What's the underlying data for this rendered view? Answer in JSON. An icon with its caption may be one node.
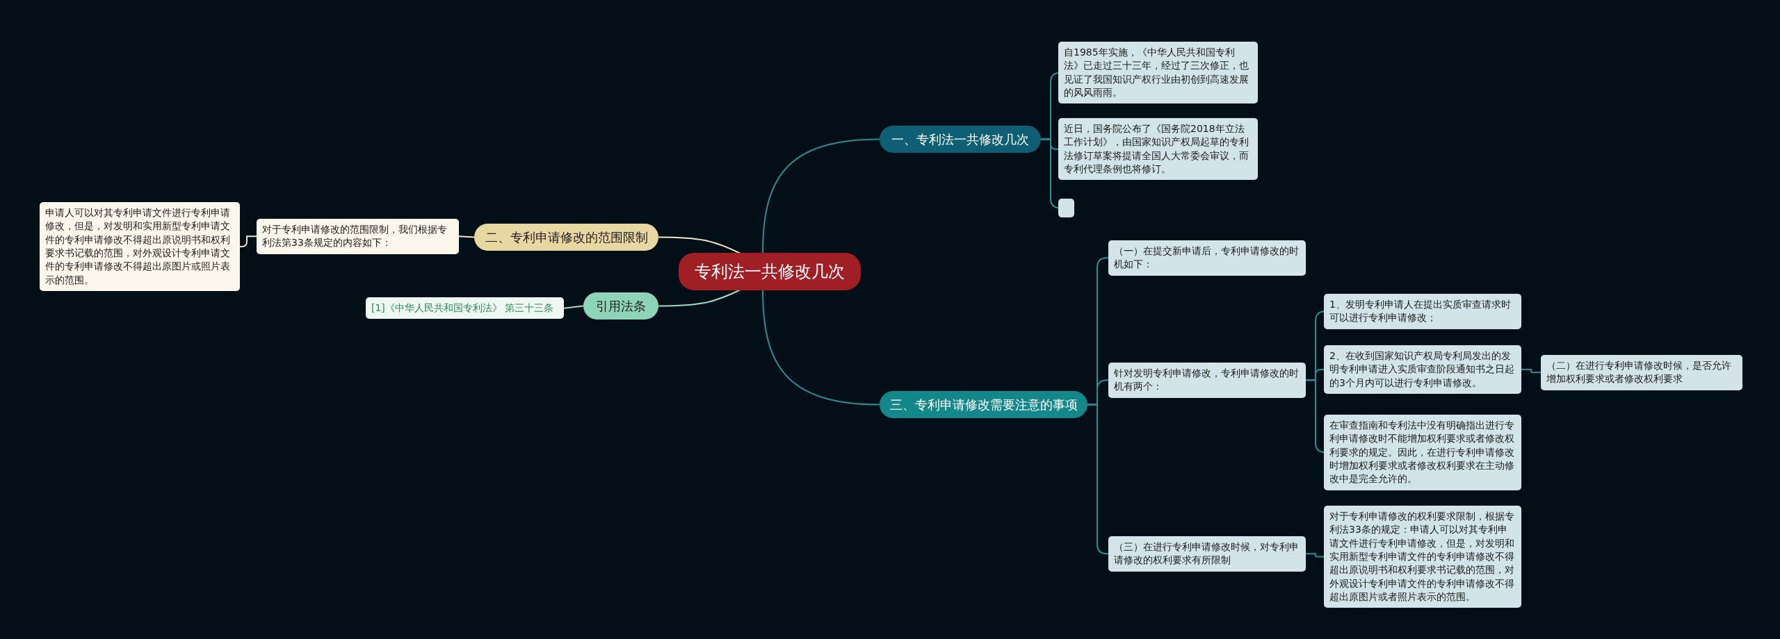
{
  "diagram": {
    "nodes": [
      {
        "text": [
          "专利法一共修改几次"
        ]
      },
      {
        "text": [
          "一、专利法一共修改几次"
        ]
      },
      {
        "text": [
          "自1985年实施，《中华人民共和国专利法》已走过三十三年，经过了三次修正，也见证了我国知识产权行业由初创到高速发展的风风雨雨。"
        ]
      },
      {
        "text": [
          "近日，国务院公布了《国务院2018年立法工作计划》，由国家知识产权局起草的专利法修订草案将提请全国人大常委会审议，而专利代理条例也将修订。"
        ]
      },
      {
        "text": [],
        "shape": "box"
      },
      {
        "text": [
          "二、专利申请修改的范围限制"
        ]
      },
      {
        "text": [
          "对于专利申请修改的范围限制，我们根据专利法第33条规定的内容如下："
        ]
      },
      {
        "text": [
          "申请人可以对其专利申请文件进行专利申请修改，但是，对发明和实用新型专利申请文件的专利申请修改不得超出原说明书和权利要求书记载的范围，对外观设计专利申请文件的专利申请修改不得超出原图片或照片表示的范围。"
        ]
      },
      {
        "text": [
          "引用法条"
        ]
      },
      {
        "text": [
          "[1]《中华人民共和国专利法》 第三十三条"
        ]
      },
      {
        "text": [
          "三、专利申请修改需要注意的事项"
        ]
      },
      {
        "text": [
          "（一）在提交新申请后，专利申请修改的时机如下："
        ]
      },
      {
        "text": [
          "针对发明专利申请修改，专利申请修改的时机有两个："
        ]
      },
      {
        "text": [
          "1、发明专利申请人在提出实质审查请求时可以进行专利申请修改；"
        ]
      },
      {
        "text": [
          "2、在收到国家知识产权局专利局发出的发明专利申请进入实质审查阶段通知书之日起的3个月内可以进行专利申请修改。"
        ]
      },
      {
        "text": [
          "（二）在进行专利申请修改时候，是否允许增加权利要求或者修改权利要求"
        ]
      },
      {
        "text": [
          "在审查指南和专利法中没有明确指出进行专利申请修改时不能增加权利要求或者修改权利要求的规定。因此，在进行专利申请修改时增加权利要求或者修改权利要求在主动修改中是完全允许的。"
        ]
      },
      {
        "text": [
          "（三）在进行专利申请修改时候，对专利申请修改的权利要求有所限制"
        ]
      },
      {
        "text": [
          "对于专利申请修改的权利要求限制，根据专利法33条的规定：申请人可以对其专利申请文件进行专利申请修改，但是，对发明和实用新型专利申请文件的专利申请修改不得超出原说明书和权利要求书记载的范围，对外观设计专利申请文件的专利申请修改不得超出原图片或者照片表示的范围。"
        ]
      }
    ],
    "edges": [
      {
        "from": 0,
        "to": 1,
        "arrow": "none"
      },
      {
        "from": 1,
        "to": 2,
        "arrow": "none"
      },
      {
        "from": 1,
        "to": 3,
        "arrow": "none"
      },
      {
        "from": 1,
        "to": 4,
        "arrow": "none"
      },
      {
        "from": 0,
        "to": 5,
        "arrow": "none",
        "color": "#efe6c8"
      },
      {
        "from": 5,
        "to": 6,
        "arrow": "none",
        "color": "#efe6c8"
      },
      {
        "from": 6,
        "to": 7,
        "arrow": "none",
        "color": "#efe6c8"
      },
      {
        "from": 0,
        "to": 8,
        "arrow": "none",
        "color": "#9fdcc4"
      },
      {
        "from": 8,
        "to": 9,
        "arrow": "none",
        "color": "#9fdcc4"
      },
      {
        "from": 0,
        "to": 10,
        "arrow": "none"
      },
      {
        "from": 10,
        "to": 11,
        "arrow": "none"
      },
      {
        "from": 10,
        "to": 12,
        "arrow": "none"
      },
      {
        "from": 10,
        "to": 17,
        "arrow": "none"
      },
      {
        "from": 12,
        "to": 13,
        "arrow": "none"
      },
      {
        "from": 12,
        "to": 14,
        "arrow": "none"
      },
      {
        "from": 12,
        "to": 16,
        "arrow": "none"
      },
      {
        "from": 14,
        "to": 15,
        "arrow": "none"
      },
      {
        "from": 17,
        "to": 18,
        "arrow": "none"
      }
    ]
  }
}
